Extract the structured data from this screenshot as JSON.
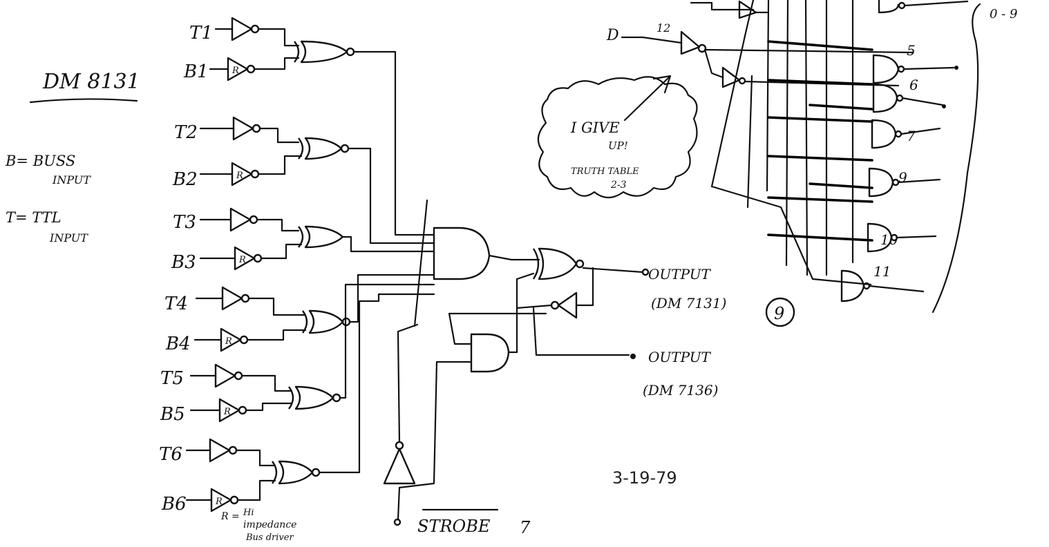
{
  "diagram": {
    "title": "DM 8131",
    "legend": {
      "b_line1": "B= BUSS",
      "b_line2": "INPUT",
      "t_line1": "T= TTL",
      "t_line2": "INPUT",
      "r_line1": "R =",
      "r_line2": "Hi",
      "r_line3": "impedance",
      "r_line4": "Bus driver"
    },
    "inputs": [
      "T1",
      "B1",
      "T2",
      "B2",
      "T3",
      "B3",
      "T4",
      "B4",
      "T5",
      "B5",
      "T6",
      "B6"
    ],
    "buffer_marker": "R",
    "outputs": [
      {
        "line1": "OUTPUT",
        "line2": "(DM 7131)"
      },
      {
        "line1": "OUTPUT",
        "line2": "(DM 7136)"
      }
    ],
    "strobe": {
      "label": "STROBE",
      "pin": "7"
    },
    "circled_number": "9",
    "cloud_note": [
      "I GIVE",
      "UP!",
      "TRUTH TABLE",
      "2-3"
    ],
    "decoder": {
      "input_label": "D",
      "input_pin": "12",
      "range_label": "0 - 9",
      "pins": [
        "5",
        "6",
        "7",
        "9",
        "10",
        "11"
      ]
    },
    "date": "3-19-79"
  }
}
